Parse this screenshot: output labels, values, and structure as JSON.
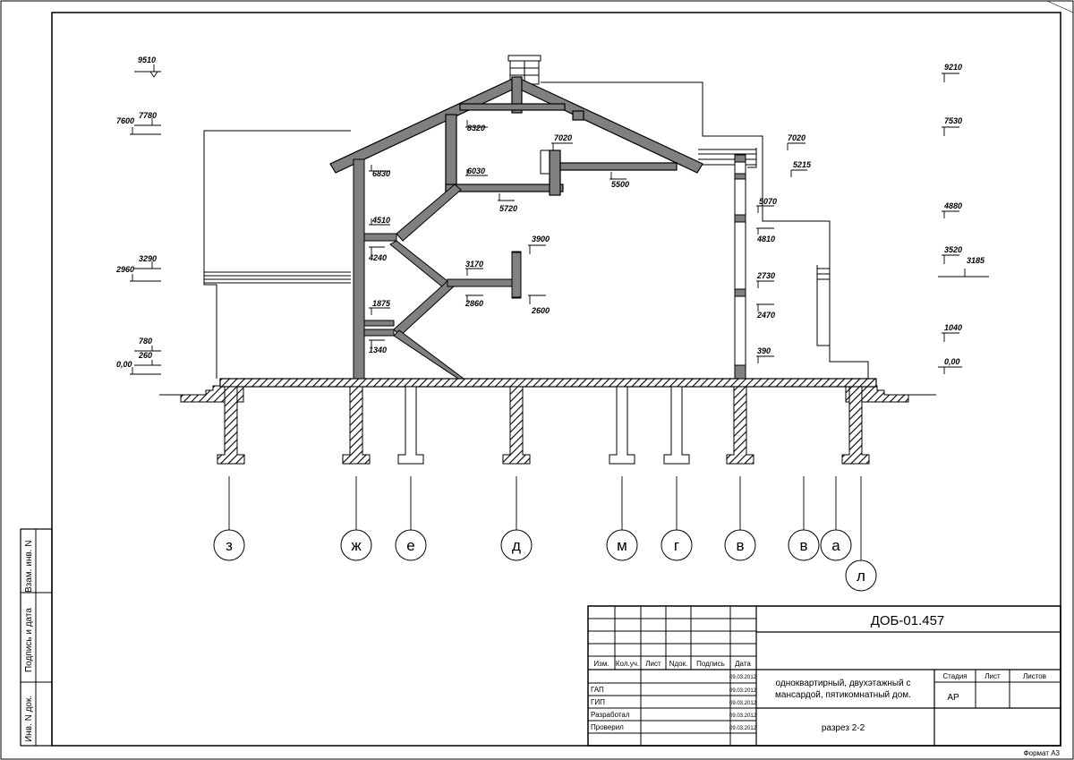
{
  "levels": {
    "l9510": "9510",
    "l7780": "7780",
    "l7600": "7600",
    "l3290": "3290",
    "l2960": "2960",
    "l780": "780",
    "l260": "260",
    "l000_left": "0,00",
    "l9210": "9210",
    "l7530": "7530",
    "l7020_right": "7020",
    "l5215": "5215",
    "l4880": "4880",
    "l3520": "3520",
    "l3185": "3185",
    "l1040": "1040",
    "l000_right": "0,00",
    "l8320": "8320",
    "l6830": "6830",
    "l6030": "6030",
    "l5720": "5720",
    "l7020_mid": "7020",
    "l5500": "5500",
    "l5070": "5070",
    "l4810": "4810",
    "l4510": "4510",
    "l4240": "4240",
    "l3900": "3900",
    "l3170": "3170",
    "l2860": "2860",
    "l2600": "2600",
    "l2730": "2730",
    "l2470": "2470",
    "l1875": "1875",
    "l1340": "1340",
    "l390": "390"
  },
  "axes": [
    "з",
    "ж",
    "е",
    "д",
    "м",
    "г",
    "в",
    "в",
    "а",
    "л"
  ],
  "side_stamp": {
    "inv_n": "Взам. инв. N",
    "sign_date": "Подпись и дата",
    "inv_n_orig": "Инв. N док."
  },
  "title_block": {
    "code": "ДОБ-01.457",
    "headers": [
      "Изм.",
      "Кол.уч.",
      "Лист",
      "Nдок.",
      "Подпись",
      "Дата"
    ],
    "date_top": "09.03.2012",
    "roles": [
      "ГАП",
      "ГИП",
      "Разработал",
      "Проверил"
    ],
    "dates": [
      "09.03.2012",
      "09.03.2012",
      "09.03.2012",
      "09.03.2012"
    ],
    "description_line1": "одноквартирный, двухэтажный с",
    "description_line2": "мансардой, пятикомнатный дом.",
    "drawing_name": "разрез 2-2",
    "stage_label": "Стадия",
    "sheet_label": "Лист",
    "sheets_label": "Листов",
    "stage_value": "АР",
    "format": "Формат А3"
  }
}
